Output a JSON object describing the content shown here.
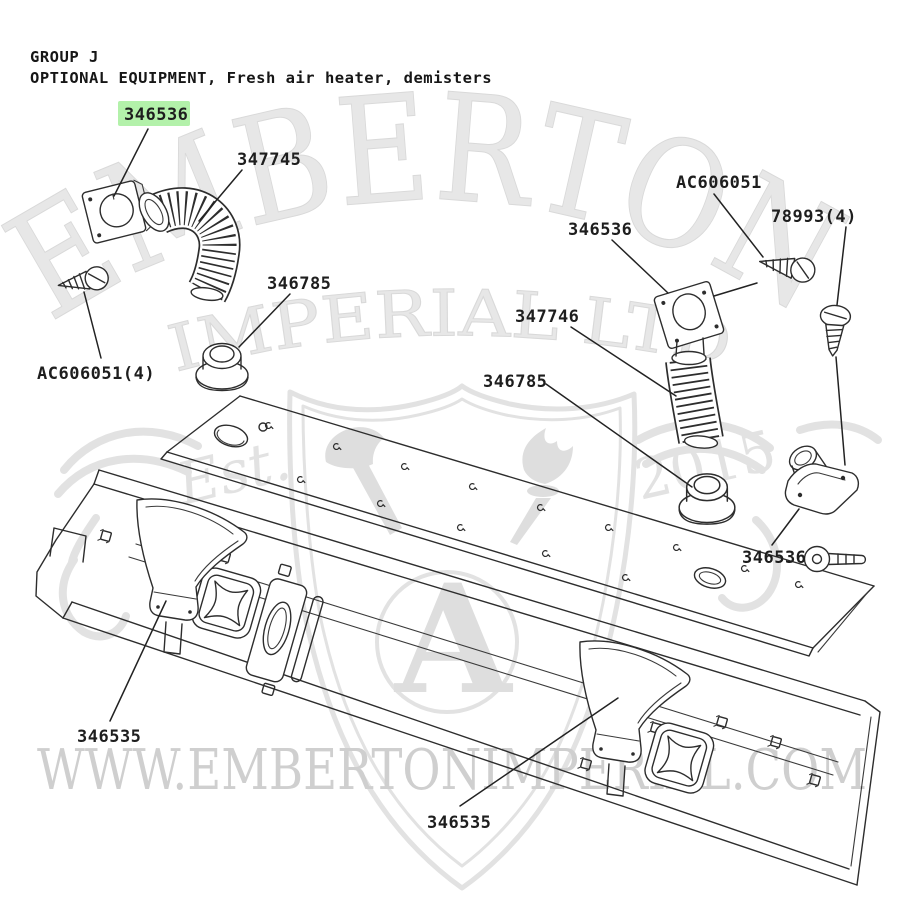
{
  "header": {
    "group_line": "GROUP J",
    "title_line": "OPTIONAL EQUIPMENT, Fresh air heater, demisters"
  },
  "part_labels": {
    "plate_tl": "346536",
    "hose_left": "347745",
    "grommet_left": "346785",
    "screws_left": "AC606051(4)",
    "screw_right": "AC606051",
    "screws_right": "78993(4)",
    "plate_right": "346536",
    "hose_right": "347746",
    "grommet_center": "346785",
    "elbow_right": "346536",
    "duct_left": "346535",
    "duct_right": "346535"
  },
  "watermark": {
    "brand_top": "EMBERTON",
    "brand_bottom": "IMPERIAL LTD",
    "est": "Est.",
    "year": "2015",
    "monogram": "A",
    "url": "WWW.EMBERTONIMPERIAL.COM"
  },
  "colors": {
    "highlight_bg": "#b3f1aa",
    "ink": "#2d2d2d",
    "watermark_light": "#e7e7e7",
    "watermark_url": "#cfcfcf",
    "background": "#ffffff"
  }
}
